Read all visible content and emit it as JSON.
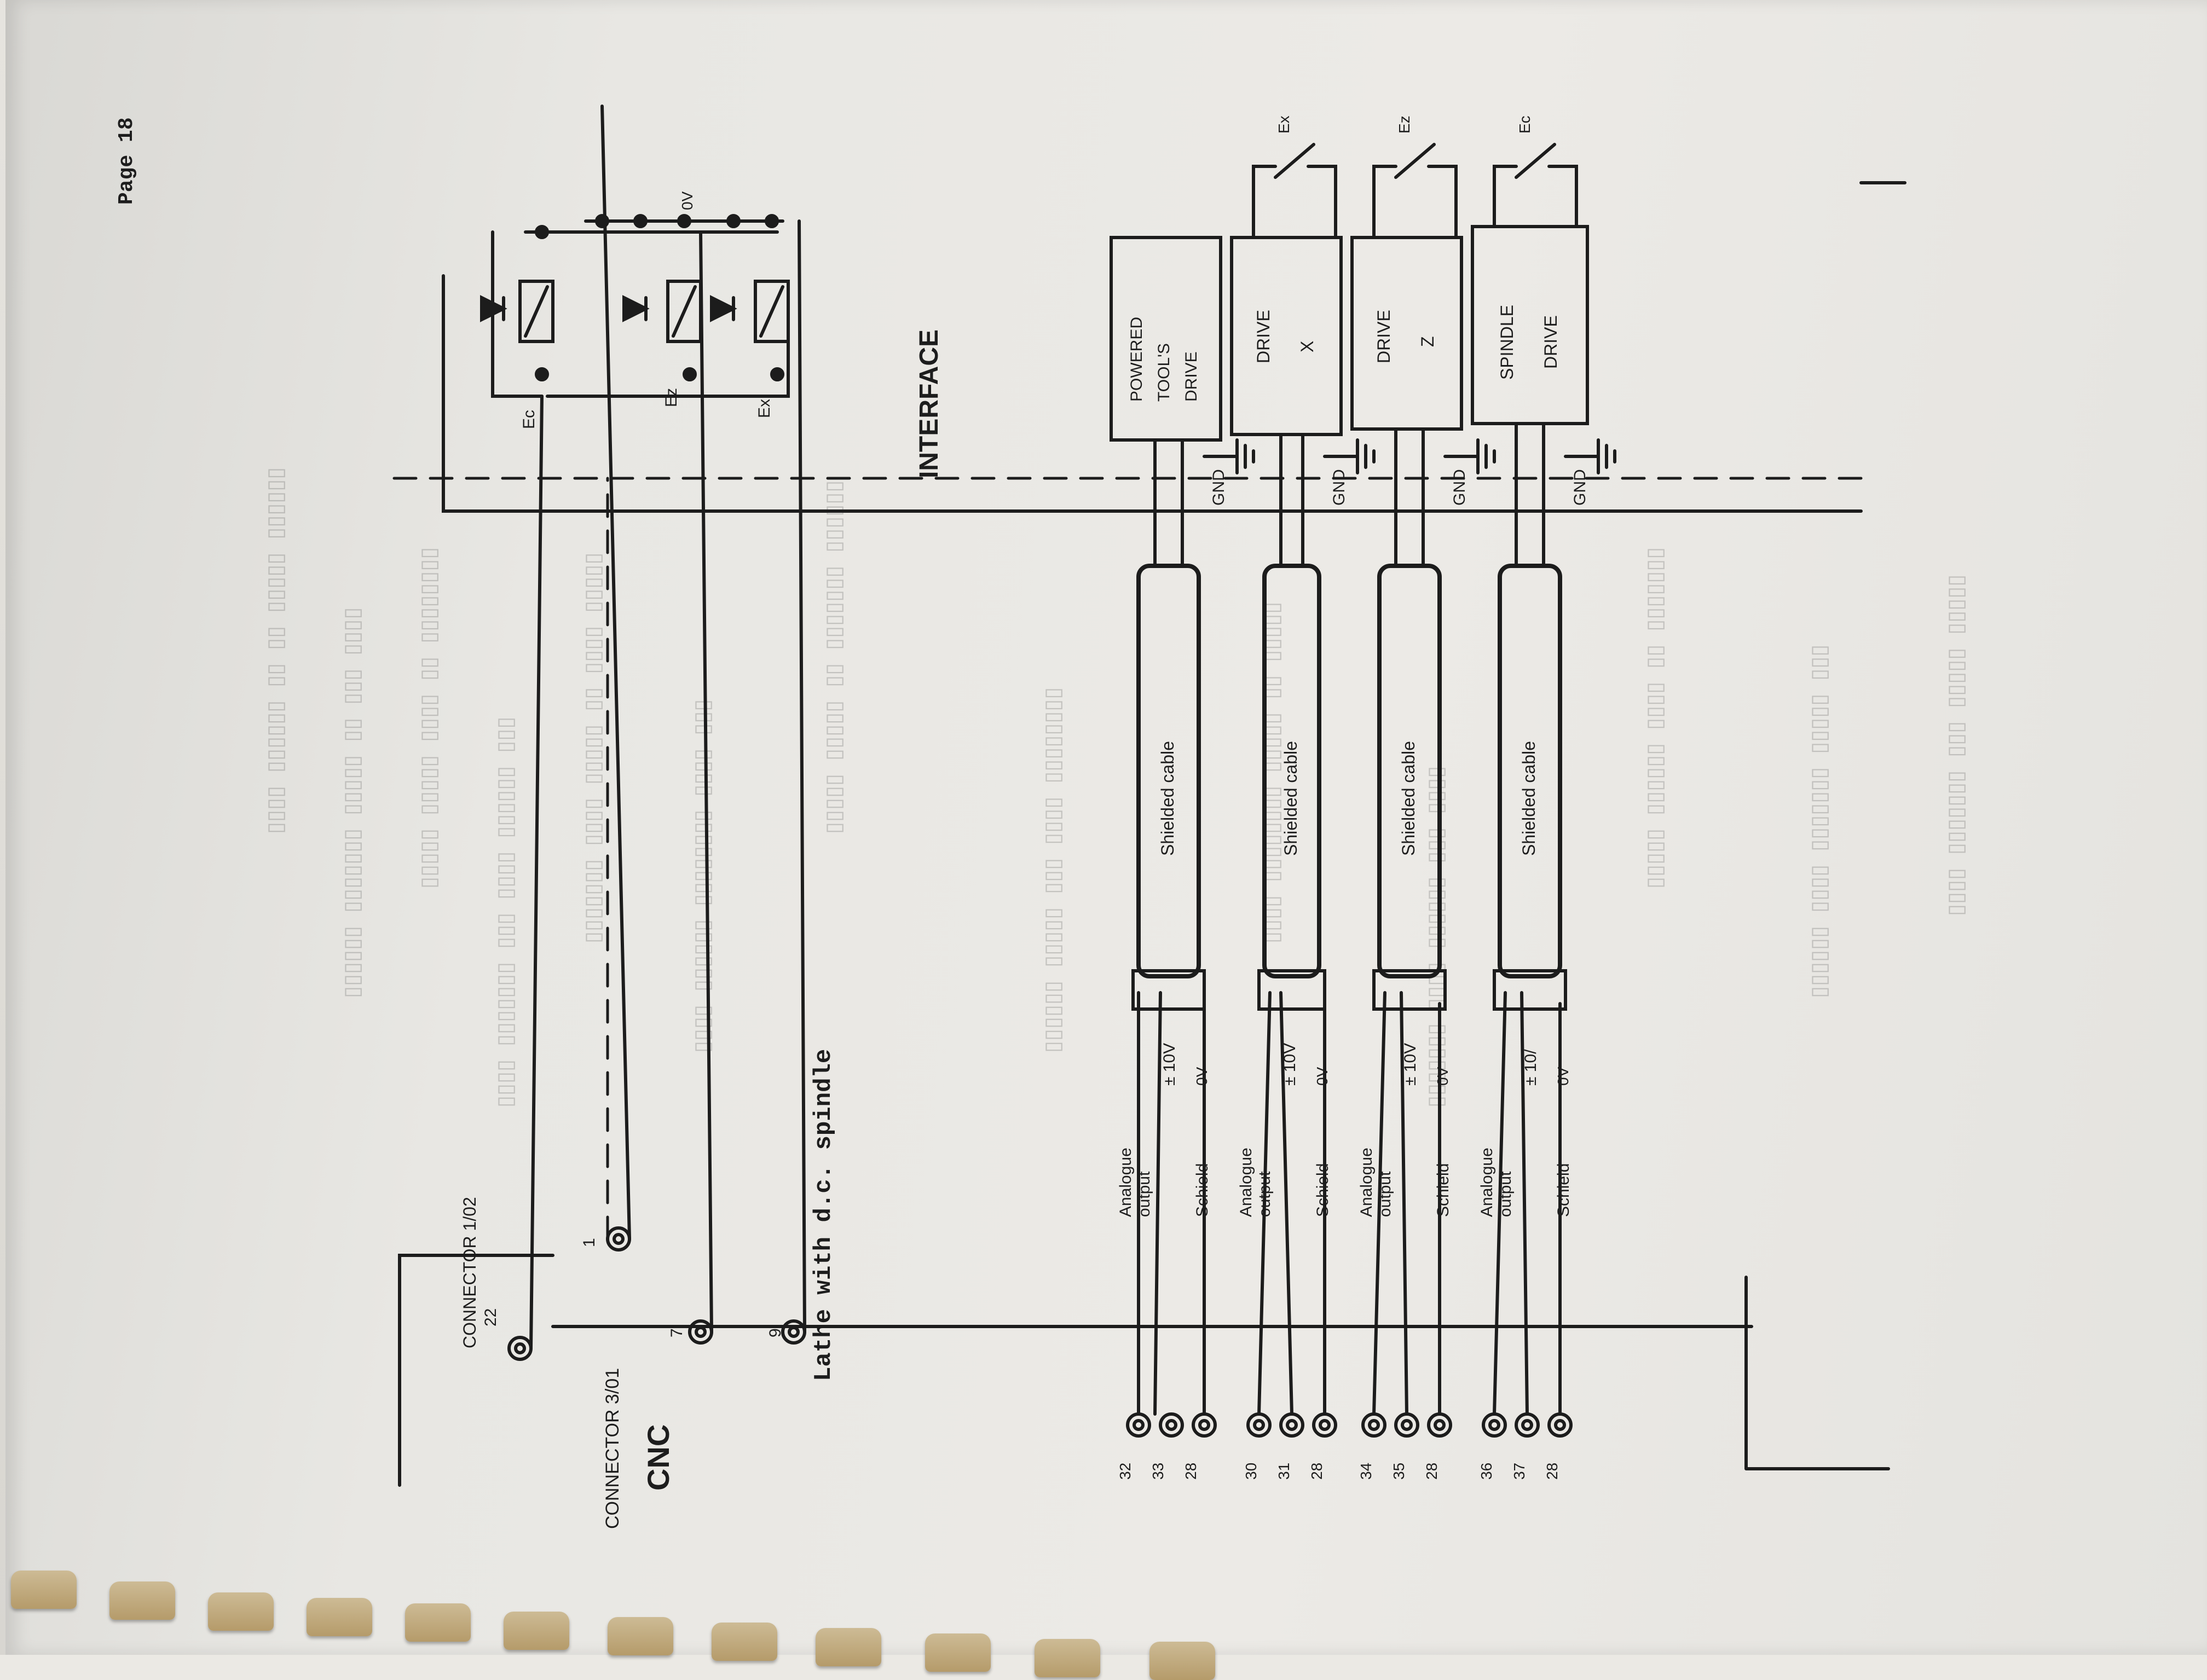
{
  "page_number": "Page 18",
  "caption": "Lathe with d.c. spindle",
  "cnc": {
    "title": "CNC",
    "connector_main": "CONNECTOR 3/01",
    "connector_io": "CONNECTOR 1/02",
    "io_pins": [
      "22",
      "1",
      "7",
      "9"
    ],
    "channels": [
      {
        "pins": [
          "32",
          "33",
          "28"
        ],
        "analogue_label": "Analogue output",
        "voltage": "± 10V",
        "zero": "0V",
        "shield": "Schield",
        "cable": "Shielded cable",
        "gnd": "GND",
        "drive_lines": [
          "POWERED",
          "TOOL'S",
          "DRIVE"
        ],
        "enable": ""
      },
      {
        "pins": [
          "30",
          "31",
          "28"
        ],
        "analogue_label": "Analogue output",
        "voltage": "± 10V",
        "zero": "0V",
        "shield": "Schield",
        "cable": "Shielded cable",
        "gnd": "GND",
        "drive_lines": [
          "DRIVE",
          "X"
        ],
        "enable": "Ex"
      },
      {
        "pins": [
          "34",
          "35",
          "28"
        ],
        "analogue_label": "Analogue output",
        "voltage": "± 10V",
        "zero": "0V",
        "shield": "Schield",
        "cable": "Shielded cable",
        "gnd": "GND",
        "drive_lines": [
          "DRIVE",
          "Z"
        ],
        "enable": "Ez"
      },
      {
        "pins": [
          "36",
          "37",
          "28"
        ],
        "analogue_label": "Analogue output",
        "voltage": "± 10/",
        "zero": "0V",
        "shield": "Schield",
        "cable": "Shielded cable",
        "gnd": "GND",
        "drive_lines": [
          "SPINDLE",
          "DRIVE"
        ],
        "enable": "Ec"
      }
    ]
  },
  "interface": {
    "title": "INTERFACE",
    "relay_labels": [
      "Ec",
      "Ez",
      "Ex"
    ],
    "supply_label": "0V"
  }
}
